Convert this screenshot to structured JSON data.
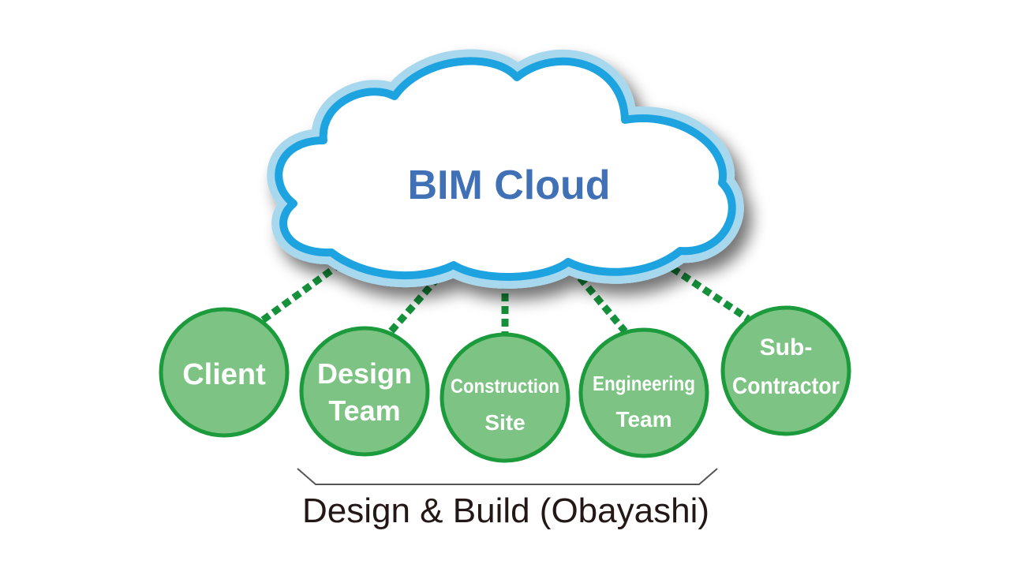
{
  "cloud": {
    "label": "BIM Cloud",
    "fill": "#ffffff",
    "outer_color": "#a8d8ee",
    "inner_color": "#1fa3e0",
    "text_color": "#3f6fb5"
  },
  "nodes": [
    {
      "id": "client",
      "lines": [
        "Client"
      ]
    },
    {
      "id": "design-team",
      "lines": [
        "Design",
        "Team"
      ]
    },
    {
      "id": "construction-site",
      "lines": [
        "Construction",
        "Site"
      ]
    },
    {
      "id": "engineering-team",
      "lines": [
        "Engineering",
        "Team"
      ]
    },
    {
      "id": "sub-contractor",
      "lines": [
        "Sub-",
        "Contractor"
      ]
    }
  ],
  "node_style": {
    "fill": "#7dc383",
    "stroke": "#1b9b3c",
    "text_color": "#ffffff",
    "connector_color": "#14913a"
  },
  "group": {
    "label": "Design & Build (Obayashi)",
    "bracket_color": "#555555"
  }
}
